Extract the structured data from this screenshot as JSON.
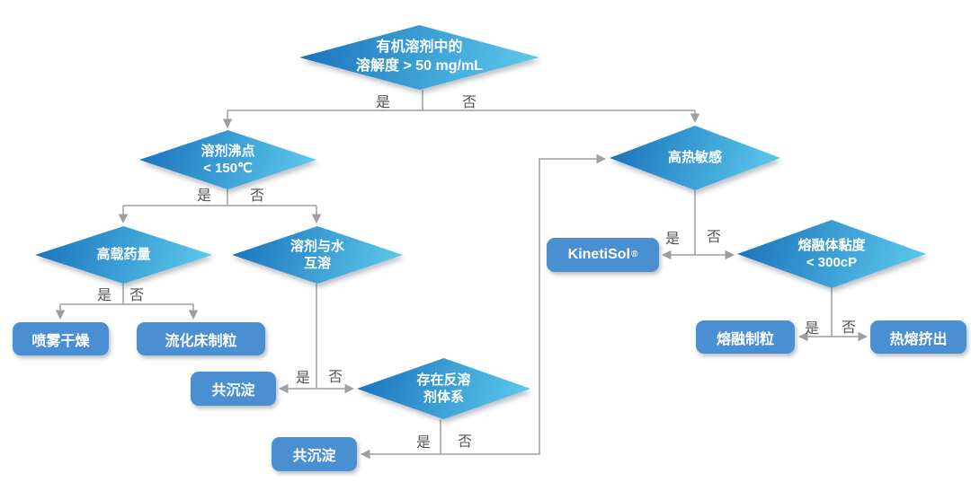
{
  "diagram_type": "flowchart",
  "colors": {
    "background": "#ffffff",
    "diamond_gradient_start": "#1b74bd",
    "diamond_gradient_end": "#5fcdee",
    "process_box_fill": "#4a8fd2",
    "node_text": "#ffffff",
    "connector": "#9e9e9e",
    "edge_label_text": "#545454"
  },
  "nodes": {
    "solubility": {
      "type": "decision",
      "label": "有机溶剂中的\n溶解度 > 50 mg/mL"
    },
    "boiling_point": {
      "type": "decision",
      "label": "溶剂沸点\n< 150℃"
    },
    "drug_loading": {
      "type": "decision",
      "label": "高载药量"
    },
    "water_miscible": {
      "type": "decision",
      "label": "溶剂与水\n互溶"
    },
    "antisolvent": {
      "type": "decision",
      "label": "存在反溶\n剂体系"
    },
    "heat_sensitive": {
      "type": "decision",
      "label": "高热敏感"
    },
    "melt_viscosity": {
      "type": "decision",
      "label": "熔融体黏度\n< 300cP"
    },
    "spray_drying": {
      "type": "process",
      "label": "喷雾干燥"
    },
    "fluid_bed_granulation": {
      "type": "process",
      "label": "流化床制粒"
    },
    "coprecipitation_1": {
      "type": "process",
      "label": "共沉淀"
    },
    "coprecipitation_2": {
      "type": "process",
      "label": "共沉淀"
    },
    "kinetisol": {
      "type": "process",
      "label": "KinetiSol",
      "reg_mark": "®"
    },
    "melt_granulation": {
      "type": "process",
      "label": "熔融制粒"
    },
    "hot_melt_extrusion": {
      "type": "process",
      "label": "热熔挤出"
    }
  },
  "edges": [
    {
      "from": "solubility",
      "to": "boiling_point",
      "label": "是"
    },
    {
      "from": "solubility",
      "to": "heat_sensitive",
      "label": "否"
    },
    {
      "from": "boiling_point",
      "to": "drug_loading",
      "label": "是"
    },
    {
      "from": "boiling_point",
      "to": "water_miscible",
      "label": "否"
    },
    {
      "from": "drug_loading",
      "to": "spray_drying",
      "label": "是"
    },
    {
      "from": "drug_loading",
      "to": "fluid_bed_granulation",
      "label": "否"
    },
    {
      "from": "water_miscible",
      "to": "coprecipitation_1",
      "label": "是"
    },
    {
      "from": "water_miscible",
      "to": "antisolvent",
      "label": "否"
    },
    {
      "from": "antisolvent",
      "to": "coprecipitation_2",
      "label": "是"
    },
    {
      "from": "antisolvent",
      "to": "heat_sensitive",
      "label": "否"
    },
    {
      "from": "heat_sensitive",
      "to": "kinetisol",
      "label": "是"
    },
    {
      "from": "heat_sensitive",
      "to": "melt_viscosity",
      "label": "否"
    },
    {
      "from": "melt_viscosity",
      "to": "melt_granulation",
      "label": "是"
    },
    {
      "from": "melt_viscosity",
      "to": "hot_melt_extrusion",
      "label": "否"
    }
  ]
}
